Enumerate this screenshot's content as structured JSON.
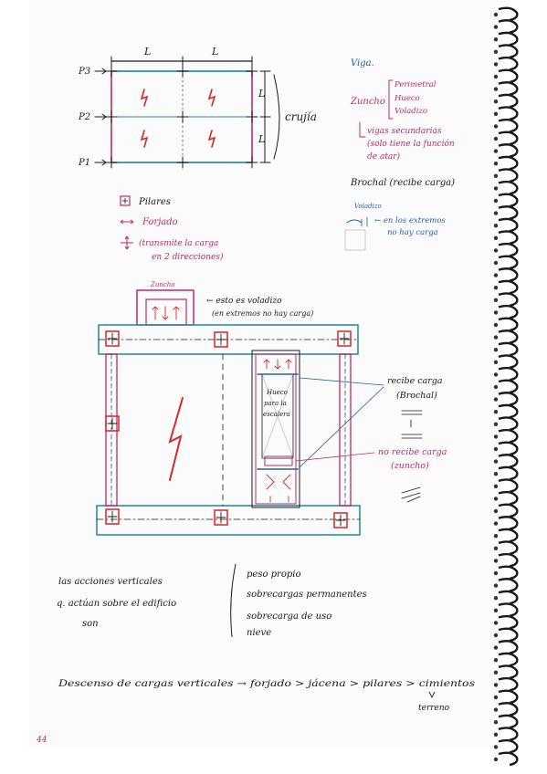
{
  "notebook": {
    "paper_color": "#fbfbfb",
    "ink_black": "#1a1a1a",
    "ink_blue": "#1f5fae",
    "ink_pink": "#c0286a",
    "ink_red": "#d62828",
    "ink_teal": "#2a8fa0"
  },
  "top_diagram": {
    "span_label_1": "L",
    "span_label_2": "L",
    "span_label_3": "L",
    "span_label_4": "L",
    "row_label_3": "P3",
    "row_label_2": "P2",
    "row_label_1": "P1",
    "crujia_label": "crujía"
  },
  "right_notes": {
    "viga": "Viga.",
    "zuncho": "Zuncho",
    "zuncho_types": [
      "Perimetral",
      "Hueco",
      "Voladizo"
    ],
    "vigas_sec_1": "vigas secundarias",
    "vigas_sec_2": "(solo tiene la función",
    "vigas_sec_3": "de atar)",
    "brochal": "Brochal (recibe carga)",
    "voladizo_small": "Voladizo",
    "voladizo_note_1": "← en los extremos",
    "voladizo_note_2": "no hay carga"
  },
  "legend": {
    "pilares": "Pilares",
    "forjado": "Forjado",
    "transmite_1": "(transmite la carga",
    "transmite_2": "en 2 direcciones)"
  },
  "plan": {
    "zuncho_label": "Zuncho",
    "voladizo_note_1": "← esto es voladizo",
    "voladizo_note_2": "(en extremos no hay carga)",
    "hueco_1": "Hueco",
    "hueco_2": "para la",
    "hueco_3": "escalera",
    "recibe_1": "recibe carga",
    "recibe_2": "(Brochal)",
    "norecibe_1": "no recibe carga",
    "norecibe_2": "(zuncho)"
  },
  "acciones": {
    "left_1": "las acciones verticales",
    "left_2": "q. actúan sobre el edificio",
    "left_3": "son",
    "right_1": "peso propio",
    "right_2": "sobrecargas permanentes",
    "right_3": "sobrecarga de uso",
    "right_4": "nieve"
  },
  "descenso": {
    "text": "Descenso de cargas verticales → forjado > jácena > pilares > cimientos",
    "terreno": "terreno"
  },
  "page_number": "44"
}
